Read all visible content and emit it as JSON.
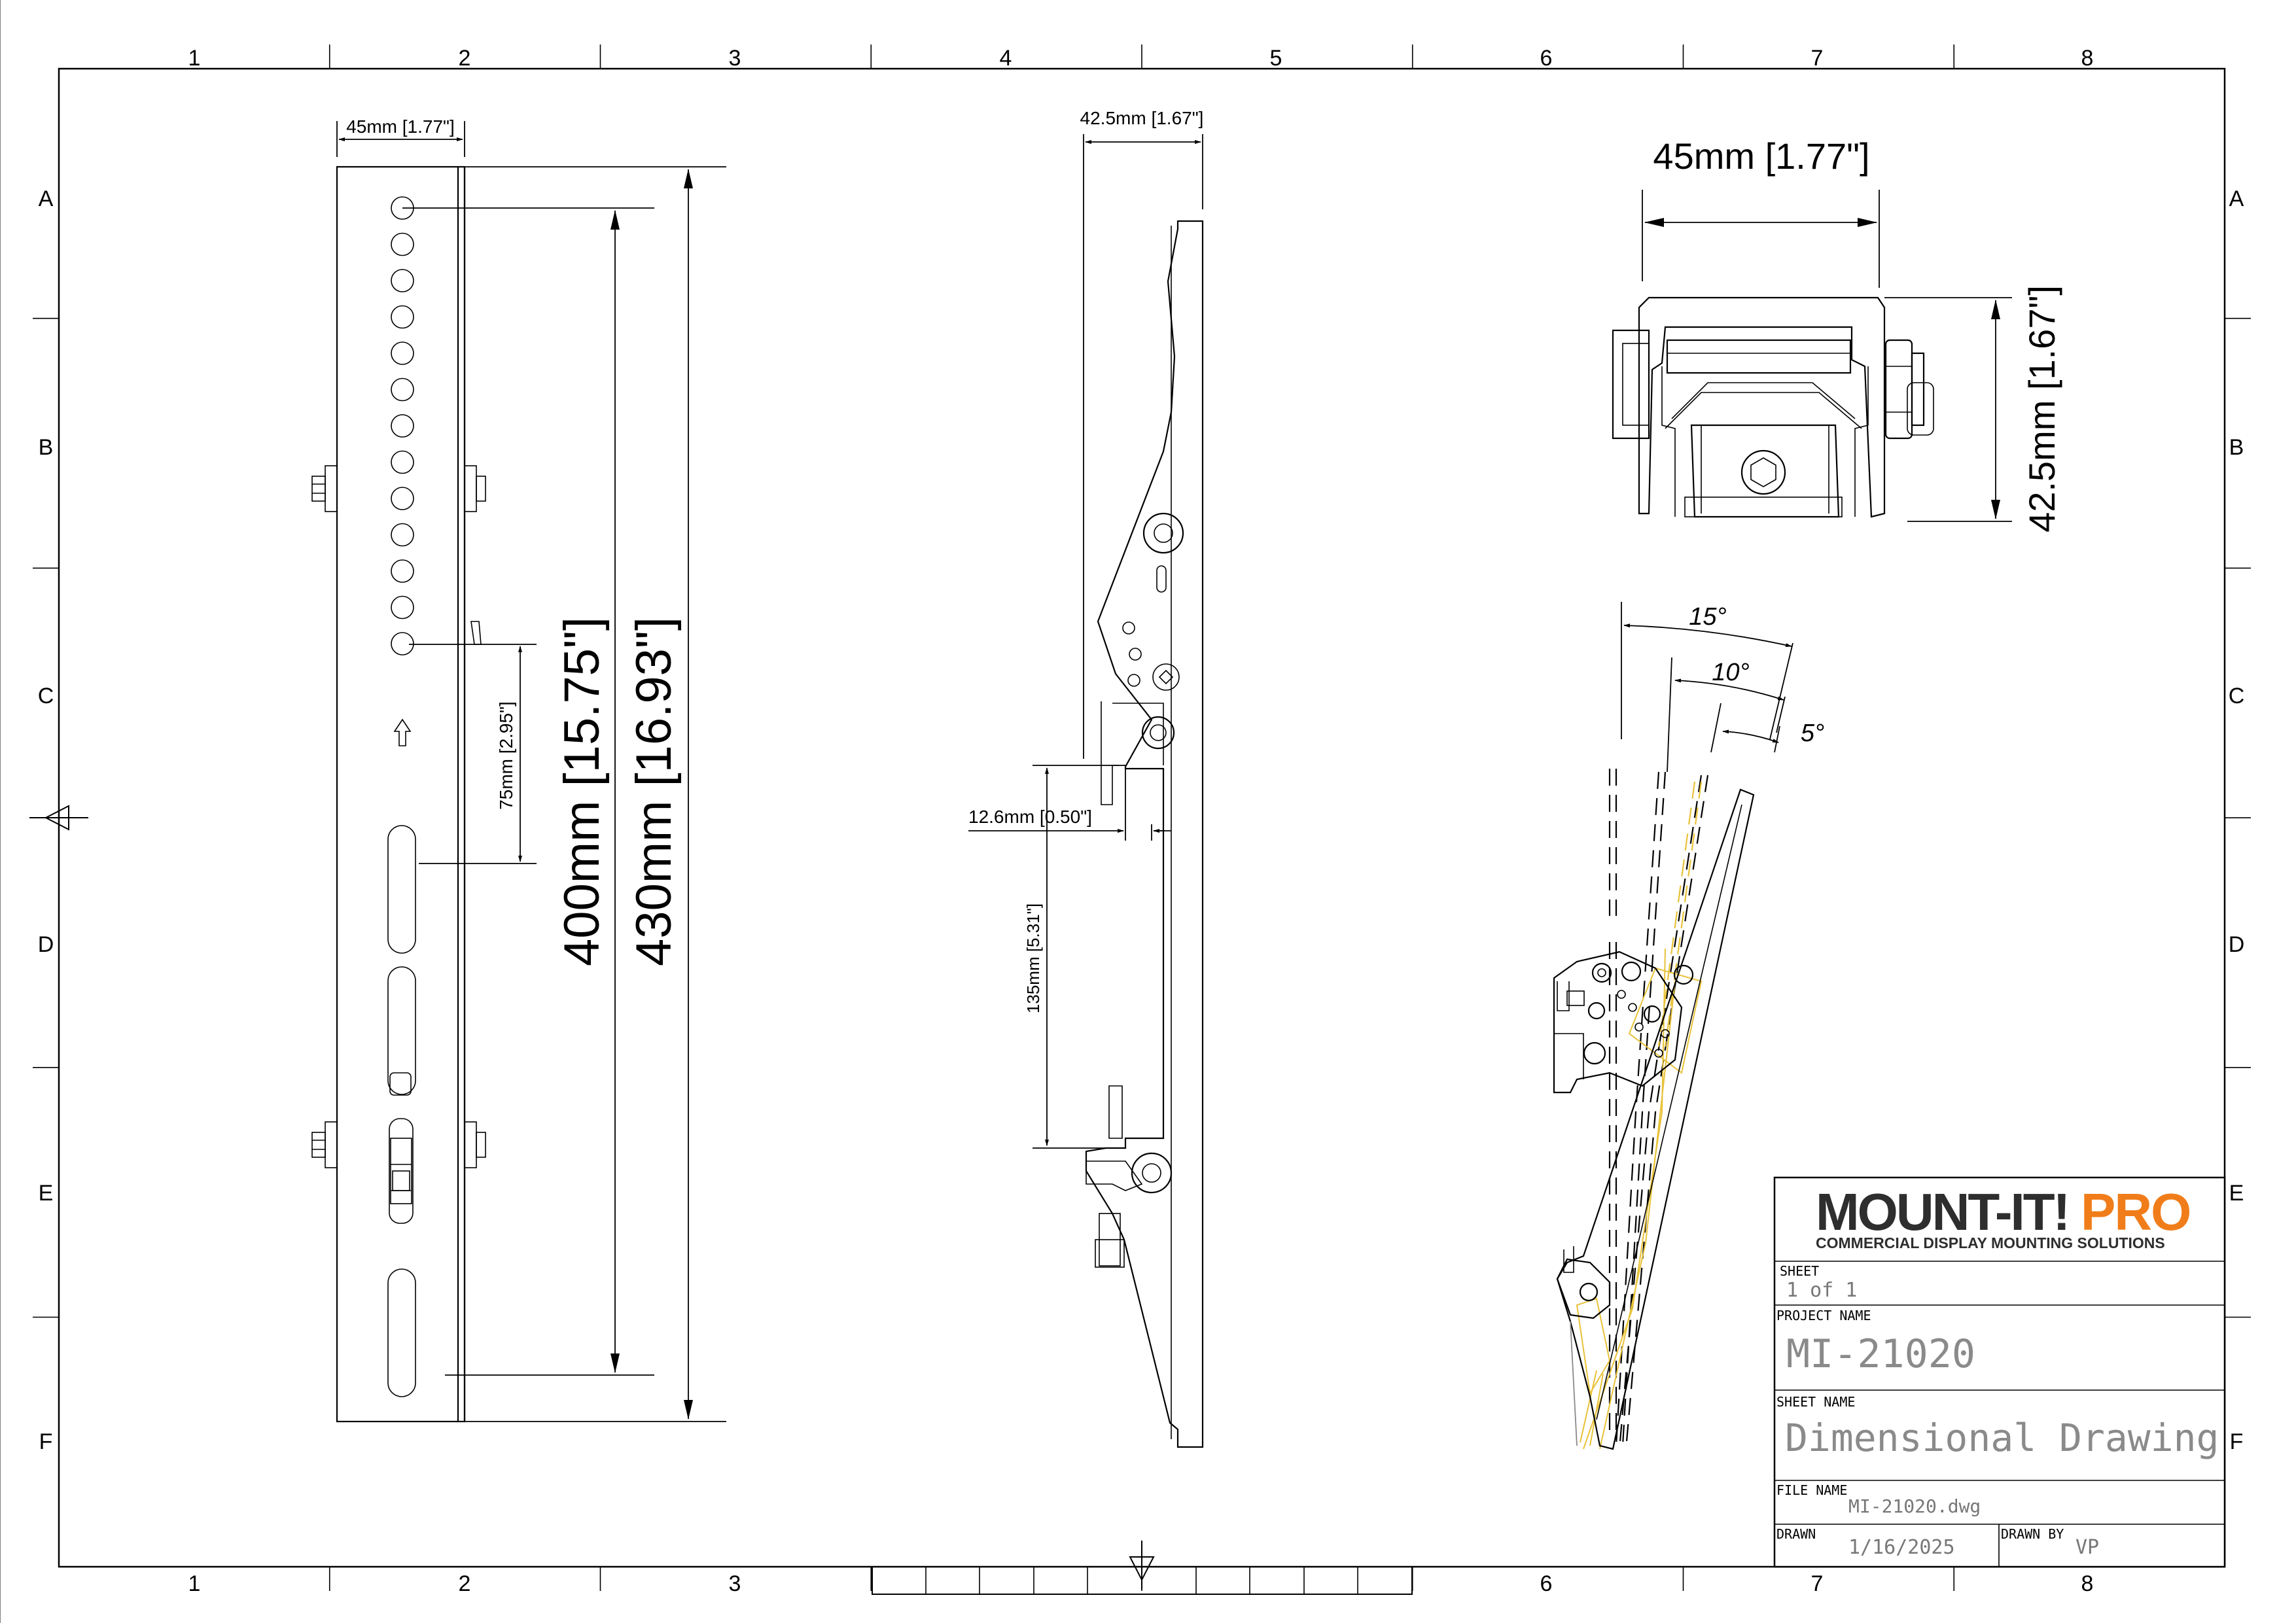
{
  "border": {
    "columns": [
      "1",
      "2",
      "3",
      "4",
      "5",
      "6",
      "7",
      "8"
    ],
    "rows": [
      "A",
      "B",
      "C",
      "D",
      "E",
      "F"
    ]
  },
  "front_view": {
    "width_label": "45mm [1.77\"]",
    "hole_spacing_label": "75mm [2.95\"]",
    "inner_length_label": "400mm [15.75\"]",
    "overall_length_label": "430mm [16.93\"]"
  },
  "side_view": {
    "depth_label": "42.5mm [1.67\"]",
    "offset_label": "12.6mm [0.50\"]",
    "hook_length_label": "135mm [5.31\"]"
  },
  "top_view": {
    "width_label": "45mm [1.77\"]",
    "depth_label": "42.5mm [1.67\"]"
  },
  "tilt_view": {
    "angle_15": "15°",
    "angle_10": "10°",
    "angle_5": "5°"
  },
  "title_block": {
    "logo_main": "MOUNT-IT!",
    "logo_accent": "PRO",
    "tagline": "COMMERCIAL DISPLAY MOUNTING SOLUTIONS",
    "sheet_label": "SHEET",
    "sheet_value": "1 of 1",
    "project_label": "PROJECT NAME",
    "project_value": "MI-21020",
    "sheet_name_label": "SHEET NAME",
    "sheet_name_value": "Dimensional Drawing",
    "file_label": "FILE NAME",
    "file_value": "MI-21020.dwg",
    "drawn_label": "DRAWN",
    "drawn_value": "1/16/2025",
    "drawn_by_label": "DRAWN BY",
    "drawn_by_value": "VP"
  },
  "colors": {
    "brand_dark": "#2e2e2e",
    "brand_accent": "#f07d1a",
    "tilt_highlight": "#e8c23a"
  }
}
